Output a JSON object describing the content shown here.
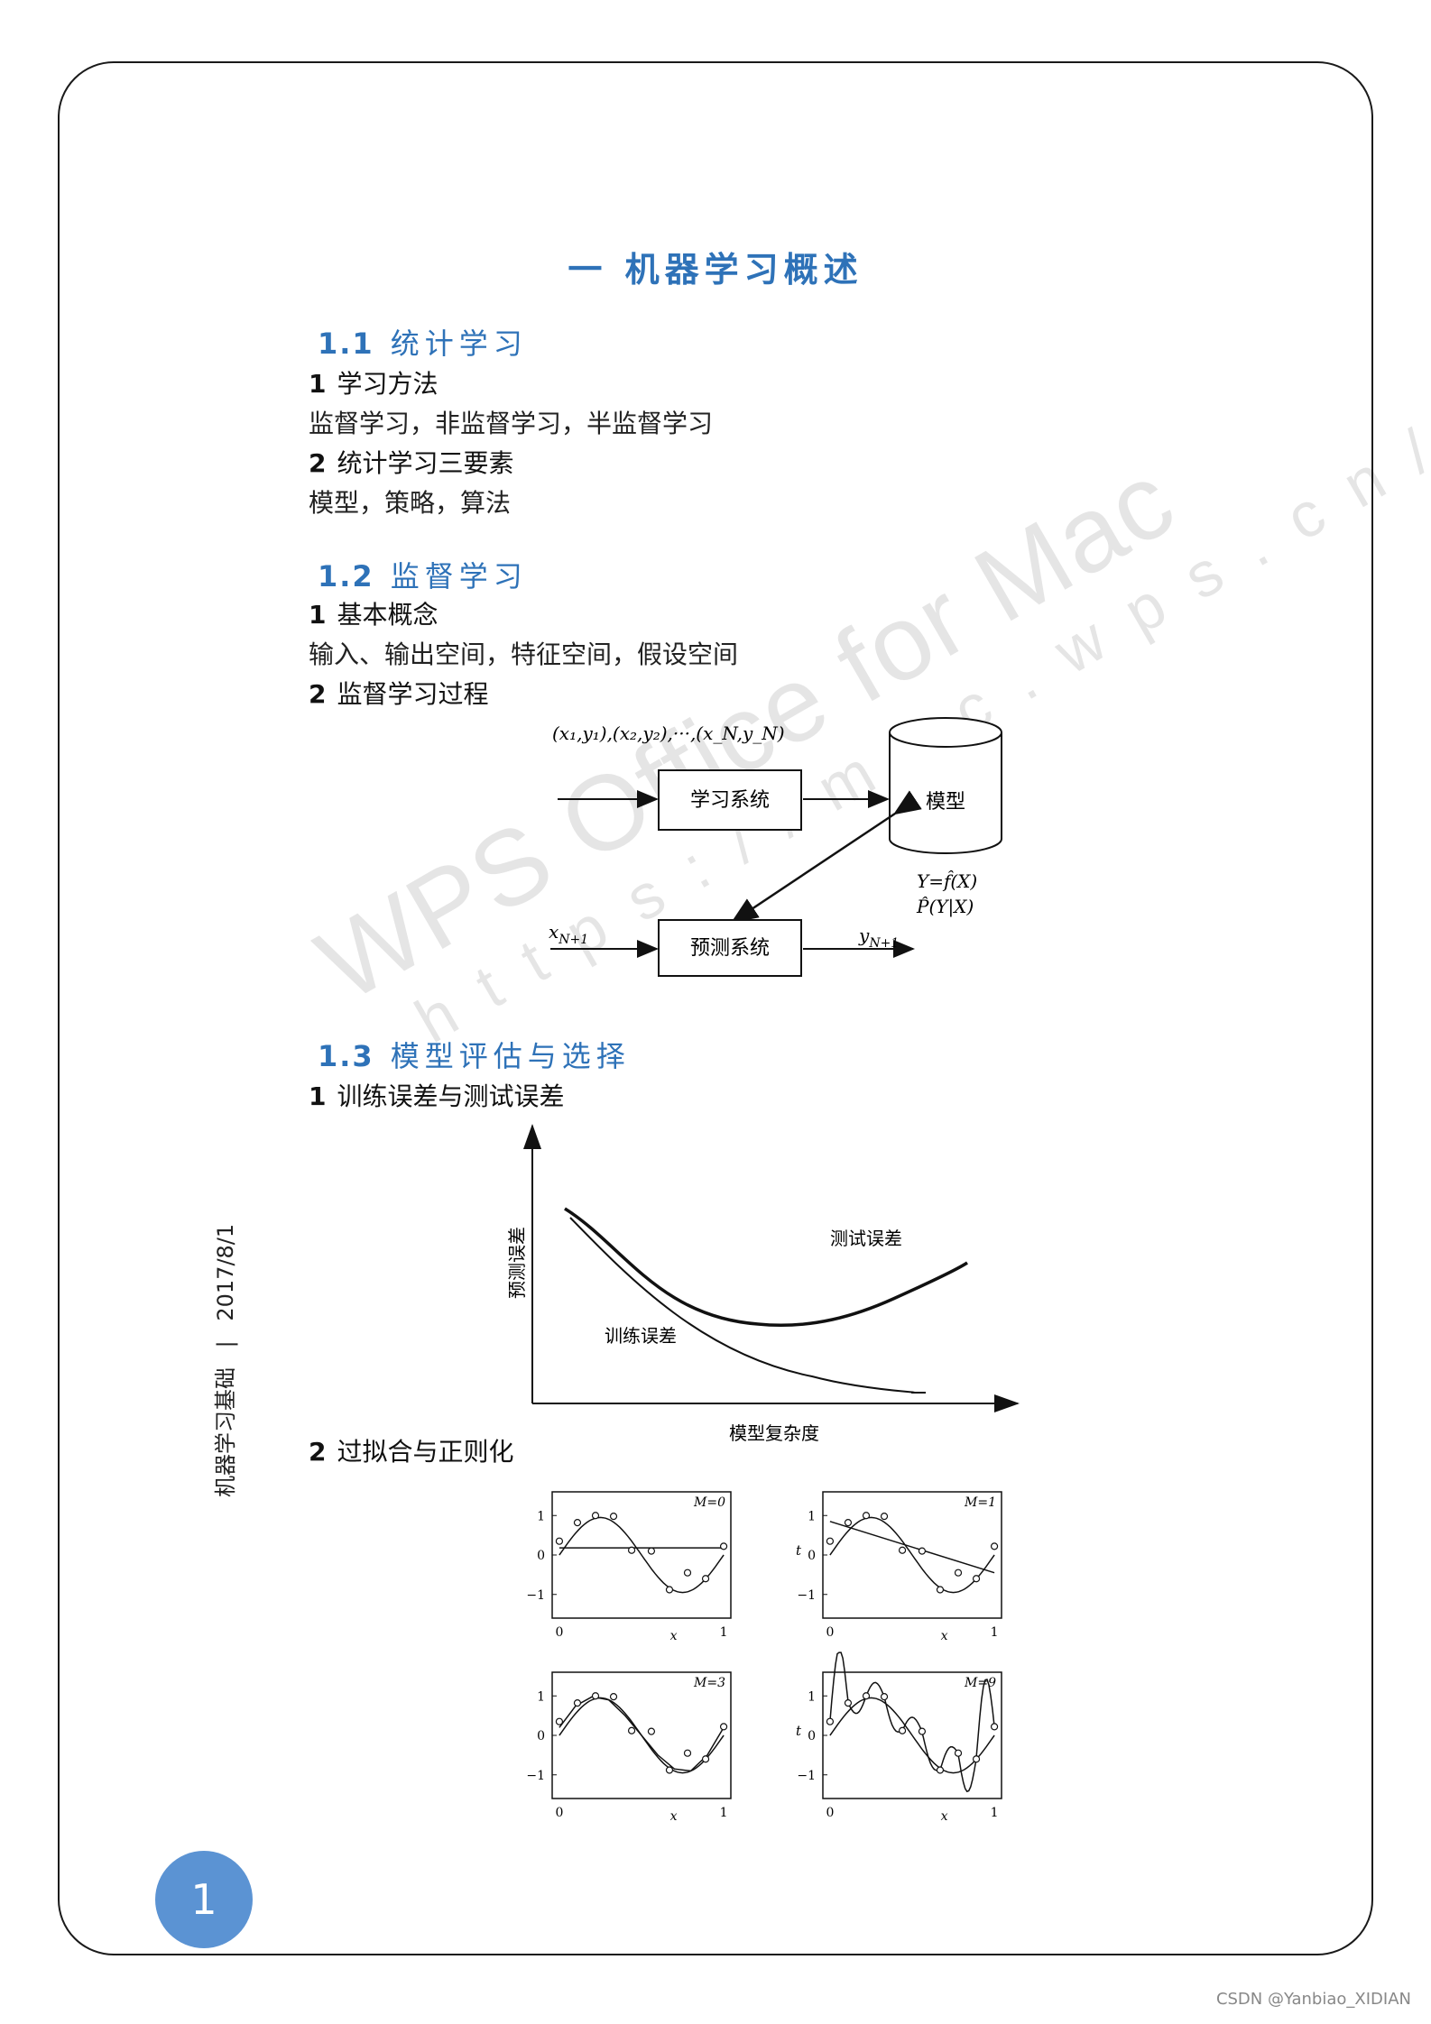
{
  "chapter_title": "一  机器学习概述",
  "sections": [
    {
      "num": "1.1",
      "title": "统计学习"
    },
    {
      "num": "1.2",
      "title": "监督学习"
    },
    {
      "num": "1.3",
      "title": "模型评估与选择"
    }
  ],
  "s1": {
    "item1": {
      "num": "1",
      "label": "学习方法",
      "text": "监督学习，非监督学习，半监督学习"
    },
    "item2": {
      "num": "2",
      "label": "统计学习三要素",
      "text": "模型，策略，算法"
    }
  },
  "s2": {
    "item1": {
      "num": "1",
      "label": "基本概念",
      "text": "输入、输出空间，特征空间，假设空间"
    },
    "item2": {
      "num": "2",
      "label": "监督学习过程"
    }
  },
  "s3": {
    "item1": {
      "num": "1",
      "label": "训练误差与测试误差"
    },
    "item2": {
      "num": "2",
      "label": "过拟合与正则化"
    }
  },
  "flow": {
    "input_data": "(x₁,y₁),(x₂,y₂),···,(x_N,y_N)",
    "learning_system": "学习系统",
    "model": "模型",
    "formula1": "Y=f̂(X)",
    "formula2": "P̂(Y|X)",
    "x_new": "x",
    "x_new_sub": "N+1",
    "prediction_system": "预测系统",
    "y_new": "y",
    "y_new_sub": "N+1"
  },
  "error_chart": {
    "ylabel": "预测误差",
    "xlabel": "模型复杂度",
    "test_label": "测试误差",
    "train_label": "训练误差"
  },
  "fit_plots": {
    "panels": [
      {
        "title": "M=0",
        "ylabel": ""
      },
      {
        "title": "M=1",
        "ylabel": "t"
      },
      {
        "title": "M=3",
        "ylabel": ""
      },
      {
        "title": "M=9",
        "ylabel": "t"
      }
    ],
    "yticks": [
      "1",
      "0",
      "−1"
    ],
    "x_start": "0",
    "x_end": "1",
    "xlabel": "x"
  },
  "chart_data": {
    "type": "line",
    "title": "",
    "xlabel": "x",
    "ylabel": "t",
    "xlim": [
      0,
      1
    ],
    "ylim": [
      -1.5,
      1.5
    ],
    "observations": {
      "x": [
        0.0,
        0.11,
        0.22,
        0.33,
        0.44,
        0.56,
        0.67,
        0.78,
        0.89,
        1.0
      ],
      "y": [
        0.35,
        0.82,
        1.0,
        0.98,
        0.12,
        0.1,
        -0.88,
        -0.45,
        -0.6,
        0.22
      ]
    },
    "series": [
      {
        "name": "M=0",
        "x": [
          0,
          1
        ],
        "y": [
          0.18,
          0.18
        ]
      },
      {
        "name": "M=1",
        "x": [
          0,
          1
        ],
        "y": [
          0.85,
          -0.45
        ]
      },
      {
        "name": "M=3",
        "x": [
          0,
          0.1,
          0.2,
          0.3,
          0.4,
          0.5,
          0.6,
          0.7,
          0.8,
          0.9,
          1.0
        ],
        "y": [
          0.2,
          0.75,
          0.98,
          0.9,
          0.5,
          0.0,
          -0.5,
          -0.85,
          -0.9,
          -0.5,
          0.2
        ]
      }
    ]
  },
  "sidebar": {
    "title": "机器学习基础",
    "sep": "|",
    "date": "2017/8/1"
  },
  "page_number": "1",
  "watermark": {
    "line1": "WPS Office for Mac",
    "line2": "https://mac.wps.cn/"
  },
  "credit": "CSDN @Yanbiao_XIDIAN"
}
